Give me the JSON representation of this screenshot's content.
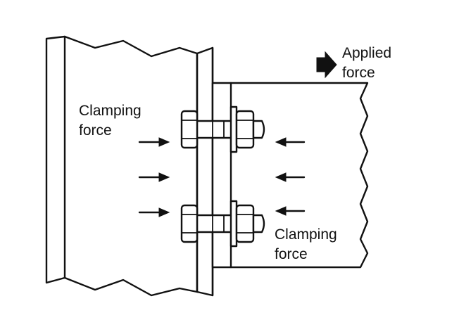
{
  "labels": {
    "applied_force_line1": "Applied",
    "applied_force_line2": "force",
    "clamping_force_left_line1": "Clamping",
    "clamping_force_left_line2": "force",
    "clamping_force_right_line1": "Clamping",
    "clamping_force_right_line2": "force"
  },
  "colors": {
    "ink": "#111111",
    "background": "#ffffff"
  },
  "icons": {
    "applied_force": "block-arrow-right-icon",
    "clamping_arrows": "arrow-icon"
  }
}
